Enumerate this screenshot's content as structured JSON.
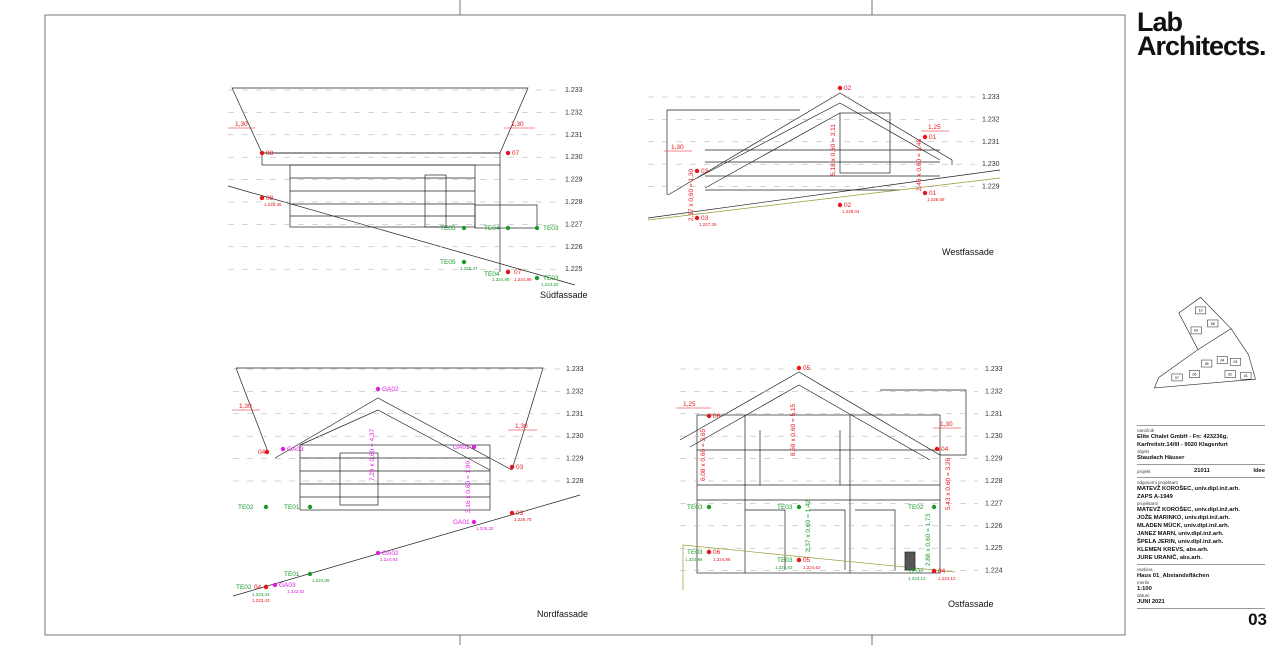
{
  "brand": {
    "line1": "Lab",
    "line2": "Architects."
  },
  "titleblock": {
    "client_label": "naročnik",
    "client": "Elite Chalet GmbH - Fn: 423236g,",
    "client_address": "Karfreitstr.14/III - 9020 Klagenfurt",
    "object_label": "objekt",
    "object": "Staudach Häuser",
    "project_label": "projekt",
    "project_no": "21011",
    "project_phase": "Idee",
    "responsible_label": "odgovorni projektant",
    "responsible": "MATEVŽ KOROŠEC, univ.dipl.inž.arh.",
    "responsible_id": "ZAPS A-1949",
    "designers_label": "projektanti",
    "designers": [
      "MATEVŽ KOROŠEC, univ.dipl.inž.arh.",
      "JOŽE MARINKO, univ.dipl.inž.arh.",
      "MLADEN MÜCK, univ.dipl.inž.arh.",
      "JANEZ MARN, univ.dipl.inž.arh.",
      "ŠPELA JERIN, univ.dipl.inž.arh.",
      "KLEMEN KREVS, abs.arh.",
      "JURE URANIČ, abs.arh."
    ],
    "content_label": "vsebina",
    "content": "Haus 01_Abstandsflächen",
    "scale_label": "merilo",
    "scale": "1:100",
    "date_label": "datum",
    "date": "JUNI 2021",
    "sheet_no": "03"
  },
  "site_plan": {
    "houses": [
      "01",
      "02",
      "03",
      "04",
      "05",
      "06",
      "07",
      "08",
      "09",
      "10"
    ]
  },
  "colors": {
    "red": "#e8141b",
    "green": "#1a9a2a",
    "magenta": "#e020e0",
    "ground": "#9a9a30"
  },
  "facades": [
    {
      "name": "Südfassade",
      "levels": [
        "1.233",
        "1.232",
        "1.231",
        "1.230",
        "1.229",
        "1.228",
        "1.227",
        "1.226",
        "1.225"
      ],
      "markers": [
        {
          "t": "08",
          "c": "red"
        },
        {
          "t": "08",
          "c": "red",
          "e": "1.228,36"
        },
        {
          "t": "07",
          "c": "red"
        },
        {
          "t": "TE05",
          "c": "green"
        },
        {
          "t": "TE04",
          "c": "green"
        },
        {
          "t": "TE03",
          "c": "green"
        },
        {
          "t": "TE05",
          "c": "green",
          "e": "1.225,47"
        },
        {
          "t": "TE04",
          "c": "green",
          "e": "1.224,99"
        },
        {
          "t": "07",
          "c": "red",
          "e": "1.224,99"
        },
        {
          "t": "TE03",
          "c": "green",
          "e": "1.224,82"
        }
      ],
      "dims": [
        "1,30",
        "1,30"
      ]
    },
    {
      "name": "Westfassade",
      "levels": [
        "1.233",
        "1.232",
        "1.231",
        "1.230",
        "1.229"
      ],
      "markers": [
        {
          "t": "02",
          "c": "red"
        },
        {
          "t": "02",
          "c": "red",
          "e": "1.228,04"
        },
        {
          "t": "01",
          "c": "red"
        },
        {
          "t": "01",
          "c": "red",
          "e": "1.228,58"
        },
        {
          "t": "03",
          "c": "red"
        },
        {
          "t": "03",
          "c": "red",
          "e": "1.227,39"
        }
      ],
      "dims": [
        "1,30",
        "1,25"
      ],
      "vdims": [
        {
          "t": "5,18 x 0,60 = 3,11",
          "c": "red"
        },
        {
          "t": "2,46 x 0,60 = 1,48",
          "c": "red"
        },
        {
          "t": "2,17 x 0,60 = 1,30",
          "c": "red"
        }
      ]
    },
    {
      "name": "Nordfassade",
      "levels": [
        "1.233",
        "1.232",
        "1.231",
        "1.230",
        "1.229",
        "1.228"
      ],
      "markers": [
        {
          "t": "GA02",
          "c": "magenta"
        },
        {
          "t": "GA03",
          "c": "magenta"
        },
        {
          "t": "04",
          "c": "red"
        },
        {
          "t": "GA01",
          "c": "magenta"
        },
        {
          "t": "03",
          "c": "red"
        },
        {
          "t": "03",
          "c": "red",
          "e": "1.226,75"
        },
        {
          "t": "GA01",
          "c": "magenta",
          "e": "1.226,32"
        },
        {
          "t": "GA02",
          "c": "magenta",
          "e": "1.224,93"
        },
        {
          "t": "TE02",
          "c": "green"
        },
        {
          "t": "TE01",
          "c": "green"
        },
        {
          "t": "TE01",
          "c": "green",
          "e": "1.224,08"
        },
        {
          "t": "TE02",
          "c": "green",
          "e": "1.223,43"
        },
        {
          "t": "04",
          "c": "red",
          "e": "1.223,43"
        },
        {
          "t": "GA03",
          "c": "magenta",
          "e": "1.223,52"
        }
      ],
      "dims": [
        "1,30",
        "1,30"
      ],
      "vdims": [
        {
          "t": "7,29 x 0,60 = 4,37",
          "c": "magenta"
        },
        {
          "t": "3,16 x 0,60 = 1,90",
          "c": "magenta"
        }
      ]
    },
    {
      "name": "Ostfassade",
      "levels": [
        "1.233",
        "1.232",
        "1.231",
        "1.230",
        "1.229",
        "1.228",
        "1.227",
        "1.226",
        "1.225",
        "1.224"
      ],
      "markers": [
        {
          "t": "05",
          "c": "red"
        },
        {
          "t": "06",
          "c": "red"
        },
        {
          "t": "04",
          "c": "red"
        },
        {
          "t": "TE03",
          "c": "green"
        },
        {
          "t": "TE03",
          "c": "green"
        },
        {
          "t": "TE02",
          "c": "green"
        },
        {
          "t": "TE03",
          "c": "green",
          "e": "1.224,96"
        },
        {
          "t": "06",
          "c": "red",
          "e": "1.224,96"
        },
        {
          "t": "TE03",
          "c": "green",
          "e": "1.224,63"
        },
        {
          "t": "05",
          "c": "red",
          "e": "1.224,63"
        },
        {
          "t": "TE02",
          "c": "green",
          "e": "1.224,12"
        },
        {
          "t": "04",
          "c": "red",
          "e": "1.224,12"
        }
      ],
      "dims": [
        "1,25",
        "1,30"
      ],
      "vdims": [
        {
          "t": "8,59 x 0,60 = 5,15",
          "c": "red"
        },
        {
          "t": "6,08 x 0,60 = 3,65",
          "c": "red"
        },
        {
          "t": "5,43 x 0,60 = 3,26",
          "c": "red"
        },
        {
          "t": "2,37 x 0,60 = 1,42",
          "c": "green"
        },
        {
          "t": "2,88 x 0,60 = 1,73",
          "c": "green"
        }
      ]
    }
  ]
}
